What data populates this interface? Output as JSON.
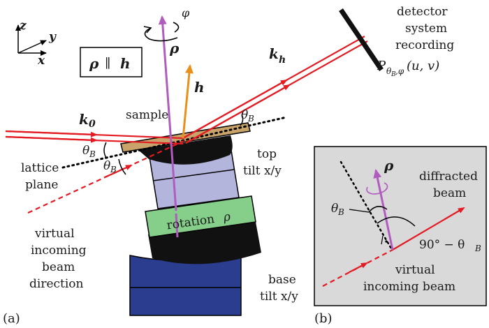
{
  "axes": {
    "z": "z",
    "y": "y",
    "x": "x"
  },
  "relation": {
    "rho": "ρ",
    "parallel": "∥",
    "h": "h"
  },
  "phi": "φ",
  "rho_label": "ρ",
  "h_label": "h",
  "k0": {
    "base": "k",
    "sub": "0"
  },
  "kh": {
    "base": "k",
    "sub": "h"
  },
  "detector": {
    "line1": "detector",
    "line2": "system",
    "line3": "recording",
    "formula_P": "P",
    "formula_sub": "θ",
    "formula_subsub": "B",
    "formula_subrest": ",φ",
    "formula_args": "(u, v)"
  },
  "sample_label": "sample",
  "theta": {
    "base": "θ",
    "sub": "B"
  },
  "lattice": {
    "line1": "lattice",
    "line2": "plane"
  },
  "top_tilt": {
    "line1": "top",
    "line2": "tilt x/y"
  },
  "rotation": {
    "text": "rotation",
    "sym": "ρ"
  },
  "virtual": {
    "line1": "virtual",
    "line2": "incoming",
    "line3": "beam",
    "line4": "direction"
  },
  "base_tilt": {
    "line1": "base",
    "line2": "tilt x/y"
  },
  "panel_a": "(a)",
  "panel_b": "(b)",
  "inset": {
    "rho": "ρ",
    "diffracted_line1": "diffracted",
    "diffracted_line2": "beam",
    "theta_base": "θ",
    "theta_sub": "B",
    "angle_text": "90° − θ",
    "angle_sub": "B",
    "virtual_line1": "virtual",
    "virtual_line2": "incoming beam"
  },
  "colors": {
    "beam": "#e31b23",
    "rho_axis": "#b05cbf",
    "h_vector": "#e8901a",
    "sample": "#c8a46a",
    "top_tilt_fill": "#b3b5dc",
    "rotation_fill": "#86cf8a",
    "base_fill": "#2b3d8f",
    "inset_bg": "#d9d9d9"
  }
}
